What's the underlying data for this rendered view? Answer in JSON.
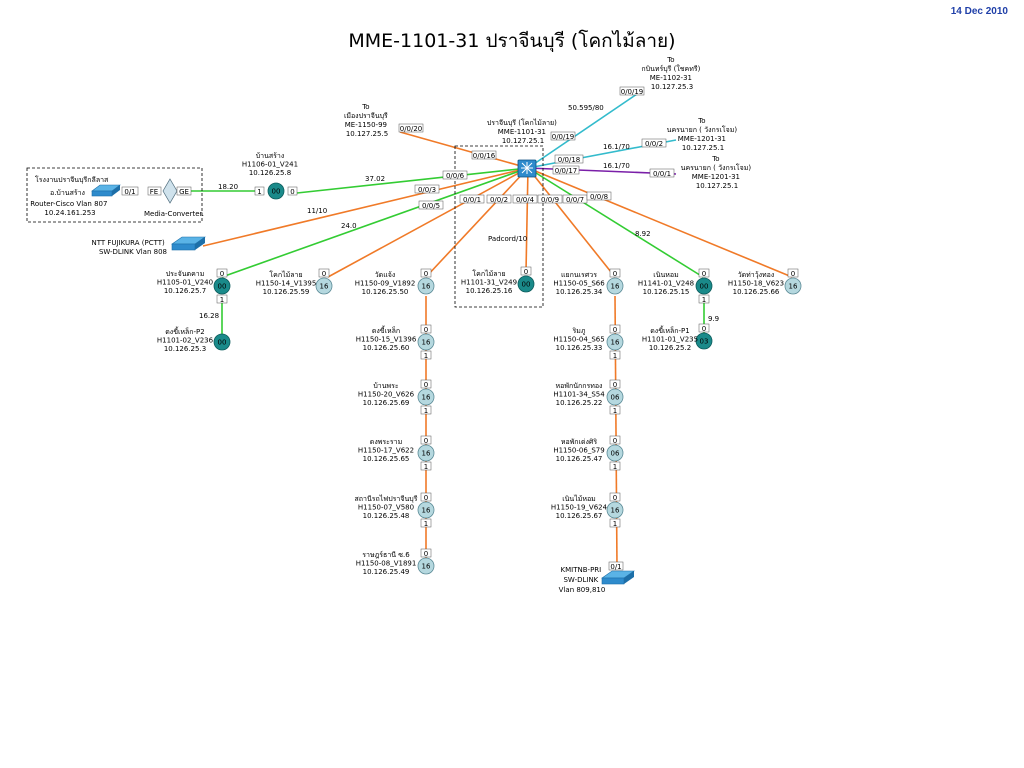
{
  "title": "MME-1101-31 ปราจีนบุรี (โคกไม้ลาย)",
  "date": "14 Dec 2010",
  "colors": {
    "fiber": "#f07a28",
    "green": "#33cc33",
    "cyan": "#33bbcc",
    "purple": "#7a1fa8",
    "node_dark": "#1a8a8a",
    "node_light": "#b5d8df"
  },
  "hub": {
    "lines": [
      "ปราจีนบุรี (โคกไม้ลาย)",
      "MME-1101-31",
      "10.127.25.1"
    ]
  },
  "padcord": "Padcord/10",
  "ports": {
    "p19": "0/0/19",
    "p16": "0/0/16",
    "p18": "0/0/18",
    "p17": "0/0/17",
    "p6": "0/0/6",
    "p3": "0/0/3",
    "p5": "0/0/5",
    "p1": "0/0/1",
    "p2": "0/0/2",
    "p4": "0/0/4",
    "p9": "0/0/9",
    "p7": "0/0/7",
    "p8": "0/0/8",
    "p20": "0/0/20",
    "p2b": "0/0/2",
    "p1b": "0/0/1"
  },
  "uplinks": [
    {
      "lines": [
        "To",
        "กบินทร์บุรี (ใชคทรี)",
        "ME-1102-31",
        "10.127.25.3"
      ]
    },
    {
      "lines": [
        "To",
        "นครนายก ( วังกรเโจม)",
        "MME-1201-31",
        "10.127.25.1"
      ]
    },
    {
      "lines": [
        "To",
        "นครนายก ( วังกรเโจม)",
        "MME-1201-31",
        "10.127.25.1"
      ]
    },
    {
      "lines": [
        "To",
        "เมืองปราจีนบุรี",
        "ME-1150-99",
        "10.127.25.5"
      ]
    }
  ],
  "link_labels": {
    "l1": "50.595/80",
    "l2": "16.1/70",
    "l3": "16.1/70",
    "l4": "37.02",
    "l5": "11/10",
    "l6": "24.0",
    "l7": "8.92",
    "l8": "18.20",
    "l9": "16.28",
    "l10": "9.9"
  },
  "factory": {
    "name1": "โรงงานปราจีนบุรีกลีลาส",
    "name2": "อ.บ้านสร้าง",
    "router": [
      "Router-Cisco Vlan 807",
      "10.24.161.253"
    ],
    "port_01": "0/1",
    "fe": "FE",
    "ge": "GE",
    "mc": "Media-Converter."
  },
  "ntt": [
    "NTT FUJIKURA (PCTT)",
    "SW-DLINK Vlan 808"
  ],
  "kmitnb": {
    "port": "0/1",
    "lines": [
      "KMITNB-PRI",
      "SW-DLINK",
      "Vlan 809,810"
    ]
  },
  "nodes": {
    "bansang": {
      "lines": [
        "บ้านสร้าง",
        "H1106-01_V241",
        "10.126.25.8"
      ],
      "num": "00",
      "p_in": "1",
      "p_out": "0"
    },
    "prachinkham": {
      "lines": [
        "ประจันตคาม",
        "H1105-01_V240",
        "10.126.25.7"
      ],
      "num": "00",
      "p_top": "0",
      "p_bot": "1"
    },
    "dongphelek2": {
      "lines": [
        "ดงขี้เหล็ก-P2",
        "H1101-02_V236",
        "10.126.25.3"
      ],
      "num": "00"
    },
    "khokmailai": {
      "lines": [
        "โคกไม้ลาย",
        "H1150-14_V1395",
        "10.126.25.59"
      ],
      "num": "16",
      "p_top": "0"
    },
    "watjaeng": {
      "lines": [
        "วัดแจ้ง",
        "H1150-09_V1892",
        "10.126.25.50"
      ],
      "num": "16",
      "p_top": "0"
    },
    "khokmailai31": {
      "lines": [
        "โคกไม้ลาย",
        "H1101-31_V249",
        "10.126.25.16"
      ],
      "num": "00",
      "p_top": "0"
    },
    "kaengtha": {
      "lines": [
        "แยกนเรศวร",
        "H1150-05_S66",
        "10.126.25.34"
      ],
      "num": "16",
      "p_top": "0"
    },
    "noenhom": {
      "lines": [
        "เนินหอม",
        "H1141-01_V248",
        "10.126.25.15"
      ],
      "num": "00",
      "p_top": "0",
      "p_bot": "1"
    },
    "watthaphong": {
      "lines": [
        "วัดท่าวุ้งทอง",
        "H1150-18_V623",
        "10.126.25.66"
      ],
      "num": "16",
      "p_top": "0"
    },
    "dongphelek1": {
      "lines": [
        "ดงขี้เหล็ก-P1",
        "H1101-01_V235",
        "10.126.25.2"
      ],
      "num": "03",
      "p_top": "0"
    },
    "dongphelek": {
      "lines": [
        "ดงขี้เหล็ก",
        "H1150-15_V1396",
        "10.126.25.60"
      ],
      "num": "16",
      "p_top": "0",
      "p_bot": "1"
    },
    "banphra": {
      "lines": [
        "บ้านพระ",
        "H1150-20_V626",
        "10.126.25.69"
      ],
      "num": "16",
      "p_top": "0",
      "p_bot": "1"
    },
    "dongphraram": {
      "lines": [
        "ดงพระราม",
        "H1150-17_V622",
        "10.126.25.65"
      ],
      "num": "16",
      "p_top": "0",
      "p_bot": "1"
    },
    "station": {
      "lines": [
        "สถานีรถไฟปราจีนบุรี",
        "H1150-07_V580",
        "10.126.25.48"
      ],
      "num": "16",
      "p_top": "0",
      "p_bot": "1"
    },
    "ratburana": {
      "lines": [
        "ราษฎร์ธานี ซ.6",
        "H1150-08_V1891",
        "10.126.25.49"
      ],
      "num": "16",
      "p_top": "0"
    },
    "rimpu": {
      "lines": [
        "ริมภู",
        "H1150-04_S65",
        "10.126.25.33"
      ],
      "num": "16",
      "p_top": "0",
      "p_bot": "1"
    },
    "hopak": {
      "lines": [
        "หอพักนักกรทอง",
        "H1101-34_S54",
        "10.126.25.22"
      ],
      "num": "06",
      "p_top": "0",
      "p_bot": "1"
    },
    "hopakrangsri": {
      "lines": [
        "หอพักเด่งศิริ",
        "H1150-06_S79",
        "10.126.25.47"
      ],
      "num": "06",
      "p_top": "0",
      "p_bot": "1"
    },
    "noenmaihom": {
      "lines": [
        "เนินไม้หอม",
        "H1150-19_V624",
        "10.126.25.67"
      ],
      "num": "16",
      "p_top": "0",
      "p_bot": "1"
    }
  }
}
